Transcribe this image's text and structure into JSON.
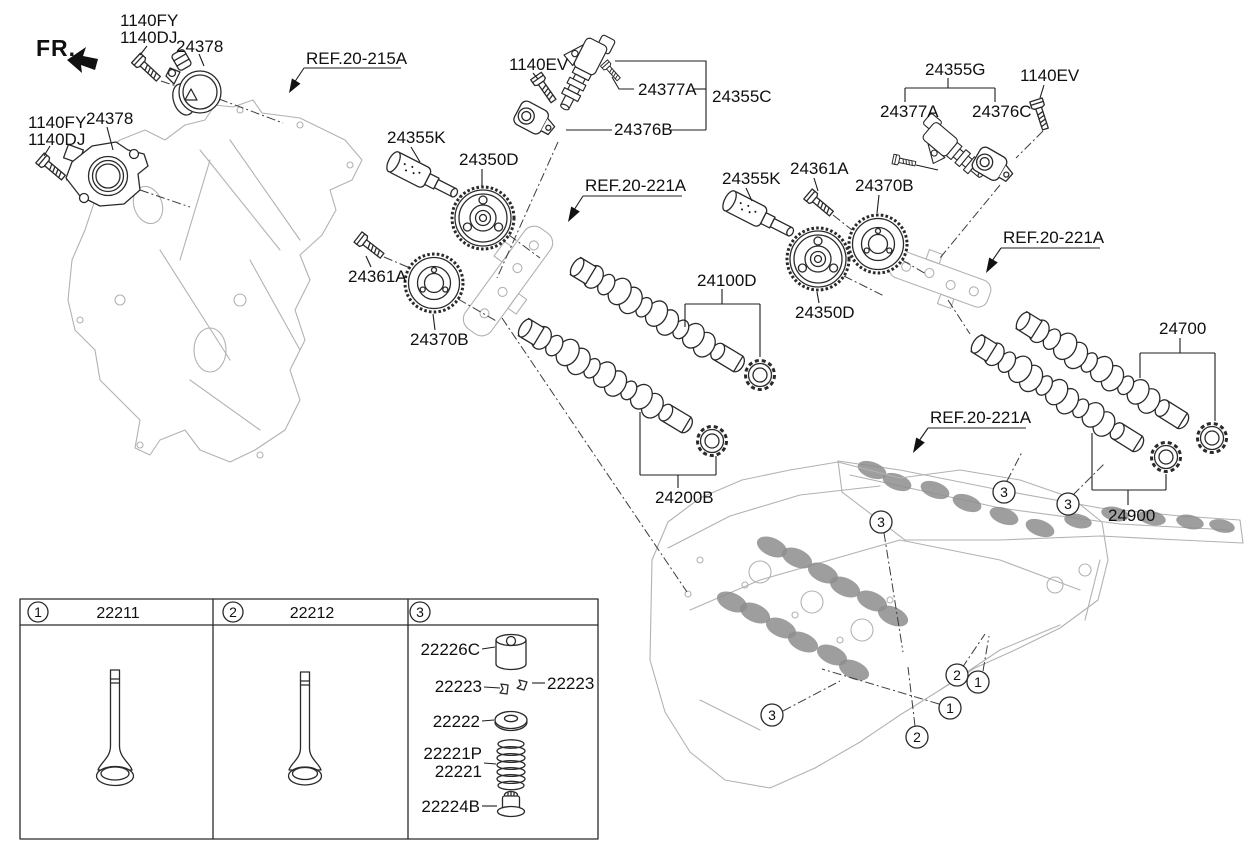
{
  "fr_indicator": "FR.",
  "labels": {
    "fy_a": "1140FY",
    "dj_a": "1140DJ",
    "s24378_a": "24378",
    "fy_b": "1140FY",
    "dj_b": "1140DJ",
    "s24378_b": "24378",
    "ref_215a": "REF.20-215A",
    "ev_a": "1140EV",
    "p24377a_a": "24377A",
    "p24355c": "24355C",
    "p24376b": "24376B",
    "k24355_a": "24355K",
    "d24350_a": "24350D",
    "ref_221a_mid": "REF.20-221A",
    "a24361_a": "24361A",
    "b24370_a": "24370B",
    "cam_24100d": "24100D",
    "cam_24200b": "24200B",
    "g24355": "24355G",
    "p24377a_b": "24377A",
    "p24376c": "24376C",
    "ev_b": "1140EV",
    "k24355_b": "24355K",
    "a24361_b": "24361A",
    "b24370_b": "24370B",
    "d24350_b": "24350D",
    "ref_221a_right": "REF.20-221A",
    "cam_24700": "24700",
    "ref_221a_low": "REF.20-221A",
    "cam_24900": "24900"
  },
  "callouts": {
    "c1": "1",
    "c2": "2",
    "c3": "3"
  },
  "legend": {
    "col1": {
      "num": "1",
      "part": "22211"
    },
    "col2": {
      "num": "2",
      "part": "22212"
    },
    "col3": {
      "num": "3",
      "tappet": "22226C",
      "lock_left": "22223",
      "lock_right": "22223",
      "retainer": "22222",
      "spring_sub": "22221P",
      "spring": "22221",
      "seal": "22224B"
    }
  }
}
